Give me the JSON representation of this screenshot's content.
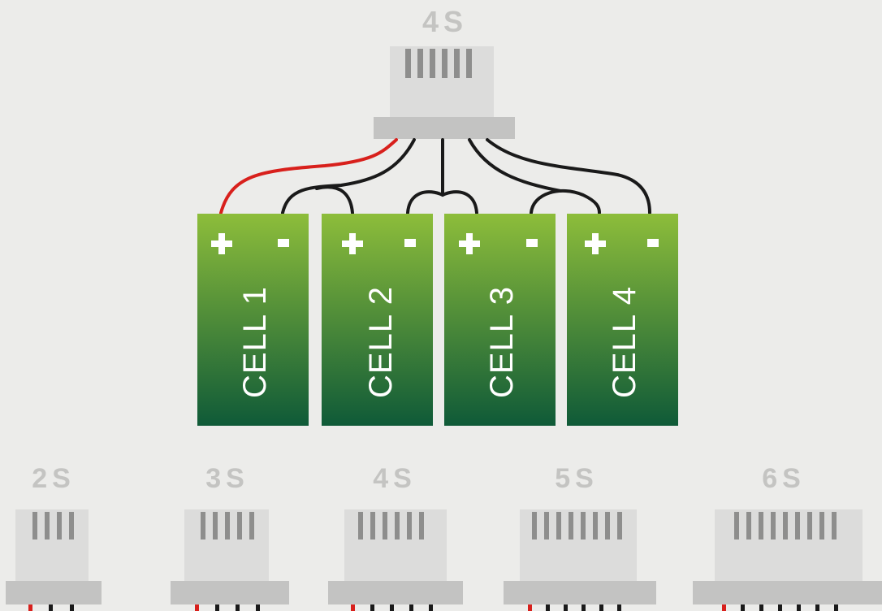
{
  "main_diagram": {
    "title": "4S",
    "cells": [
      {
        "label": "CELL 1",
        "plus": "+",
        "minus": "-"
      },
      {
        "label": "CELL 2",
        "plus": "+",
        "minus": "-"
      },
      {
        "label": "CELL 3",
        "plus": "+",
        "minus": "-"
      },
      {
        "label": "CELL 4",
        "plus": "+",
        "minus": "-"
      }
    ],
    "connector_pins": 5
  },
  "connectors": [
    {
      "title": "2S",
      "pins": 3
    },
    {
      "title": "3S",
      "pins": 4
    },
    {
      "title": "4S",
      "pins": 5
    },
    {
      "title": "5S",
      "pins": 6
    },
    {
      "title": "6S",
      "pins": 7
    }
  ],
  "colors": {
    "background": "#ececea",
    "cell_top": "#8dbd3a",
    "cell_bottom": "#0f5a38",
    "connector_body": "#dcdcdb",
    "connector_flange": "#c3c3c2",
    "pin": "#8e8e8d",
    "wire_black": "#1a1a1a",
    "wire_red": "#d8201c",
    "title": "#c4c4c2"
  }
}
